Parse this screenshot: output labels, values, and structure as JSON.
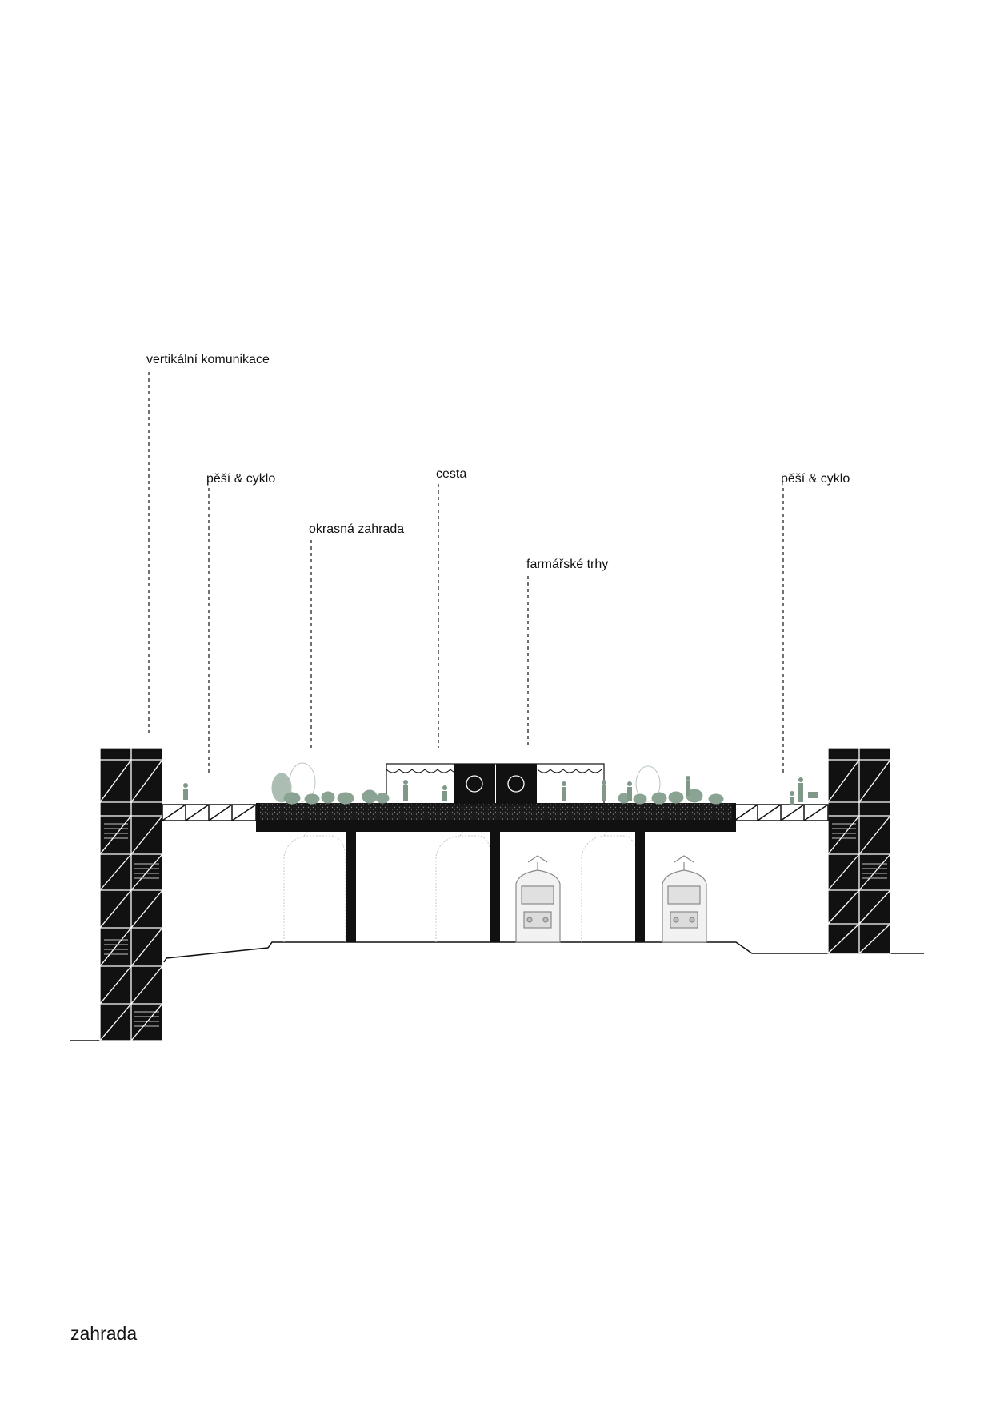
{
  "labels": {
    "vertical_circulation": "vertikální komunikace",
    "ped_cycle_left": "pěší & cyklo",
    "ornamental_garden": "okrasná zahrada",
    "path": "cesta",
    "farmers_market": "farmářské trhy",
    "ped_cycle_right": "pěší & cyklo"
  },
  "sheet_title": "zahrada",
  "colors": {
    "structure": "#111111",
    "vegetation": "#8aa393",
    "ghost_lines": "#c8c8c8",
    "train": "#9a9a9a"
  }
}
